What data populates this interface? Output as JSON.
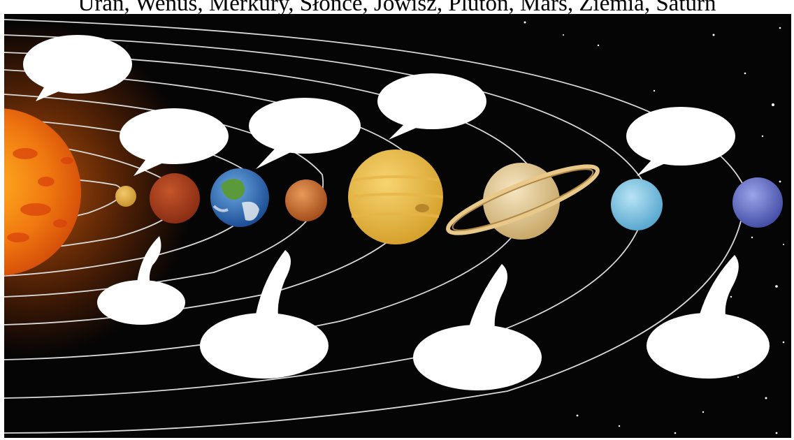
{
  "caption": "Uran, Wenus, Merkury, Słońce, Jowisz, Pluton, Mars, Ziemia, Saturn",
  "scene": {
    "background_color": "#050505",
    "orbit_color": "#d9d9d9",
    "star_color": "#ffffff",
    "bubble_color": "#ffffff"
  },
  "bodies": [
    {
      "name": "sun",
      "colors": [
        "#ffb020",
        "#f07810",
        "#d24a08"
      ]
    },
    {
      "name": "planet-small-yellow",
      "colors": [
        "#f2c86a",
        "#c9952e"
      ]
    },
    {
      "name": "planet-red",
      "colors": [
        "#c4552a",
        "#8a2e14"
      ]
    },
    {
      "name": "planet-earth",
      "colors": [
        "#3a86d0",
        "#1d4f97",
        "#4f9a3a"
      ]
    },
    {
      "name": "planet-orange",
      "colors": [
        "#e08840",
        "#a54e1c"
      ]
    },
    {
      "name": "planet-large-yellow",
      "colors": [
        "#f7d470",
        "#d6a22e"
      ]
    },
    {
      "name": "planet-ringed",
      "colors": [
        "#f0dcae",
        "#c9a96a"
      ]
    },
    {
      "name": "planet-light-blue",
      "colors": [
        "#9fd7ef",
        "#5aa8cf"
      ]
    },
    {
      "name": "planet-blue",
      "colors": [
        "#7b86d8",
        "#4650a8"
      ]
    }
  ],
  "bubbles": {
    "speech_count": 5,
    "cloud_count": 4
  }
}
